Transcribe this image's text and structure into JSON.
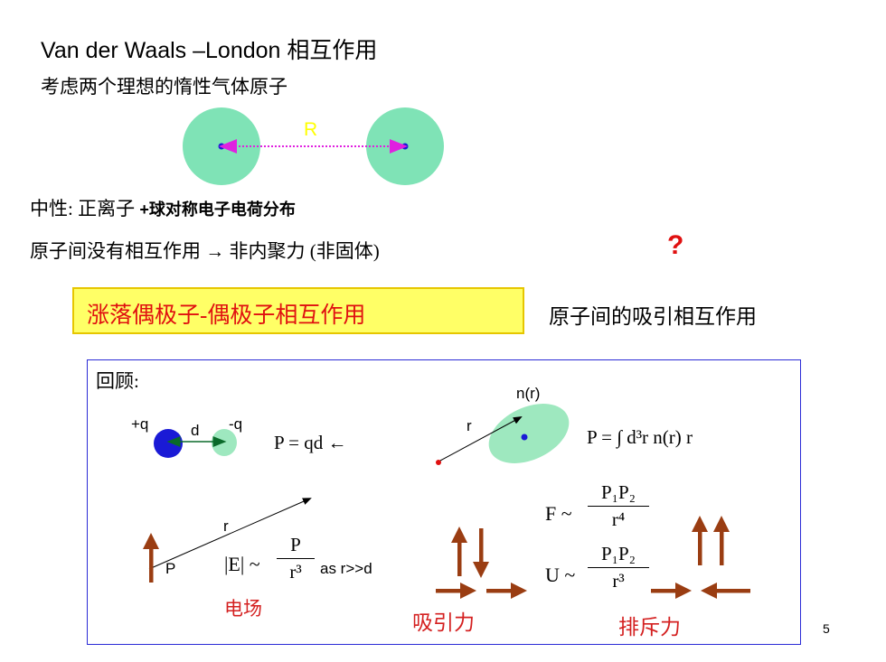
{
  "title": "Van der Waals –London 相互作用",
  "subtitle": "考虑两个理想的惰性气体原子",
  "atoms": {
    "distance_label": "R"
  },
  "neutral_line": {
    "prefix": "中性: 正离子 ",
    "bold_part": "+球对称电子电荷分布"
  },
  "no_interaction_line": "原子间没有相互作用 → 非内聚力 (非固体)",
  "question_mark": "?",
  "highlight_text": "涨落偶极子-偶极子相互作用",
  "attraction_text": "原子间的吸引相互作用",
  "review": {
    "heading": "回顾:",
    "plus_q": "+q",
    "minus_q": "-q",
    "d": "d",
    "dipole_formula": "P = qd ←",
    "n_r": "n(r)",
    "r_label": "r",
    "integral_formula": "P = ∫ d³r n(r) r",
    "field_r": "r",
    "field_P": "P",
    "field_lhs": "|E| ~",
    "field_num": "P",
    "field_den": "r³",
    "field_cond": "as r>>d",
    "field_caption": "电场",
    "force_lhs": "F ~",
    "force_num": "P₁P₂",
    "force_den": "r⁴",
    "energy_lhs": "U ~",
    "energy_num": "P₁P₂",
    "energy_den": "r³",
    "attract_caption": "吸引力",
    "repel_caption": "排斥力"
  },
  "page_number": "5",
  "colors": {
    "atom": "#7fe3b6",
    "nucleus": "#1a1ad6",
    "arrow_magenta": "#e020e0",
    "r_label": "#ffff00",
    "accent_red": "#e01010",
    "brown_arrow": "#9a3d12",
    "box_border": "#2b2bd6"
  }
}
